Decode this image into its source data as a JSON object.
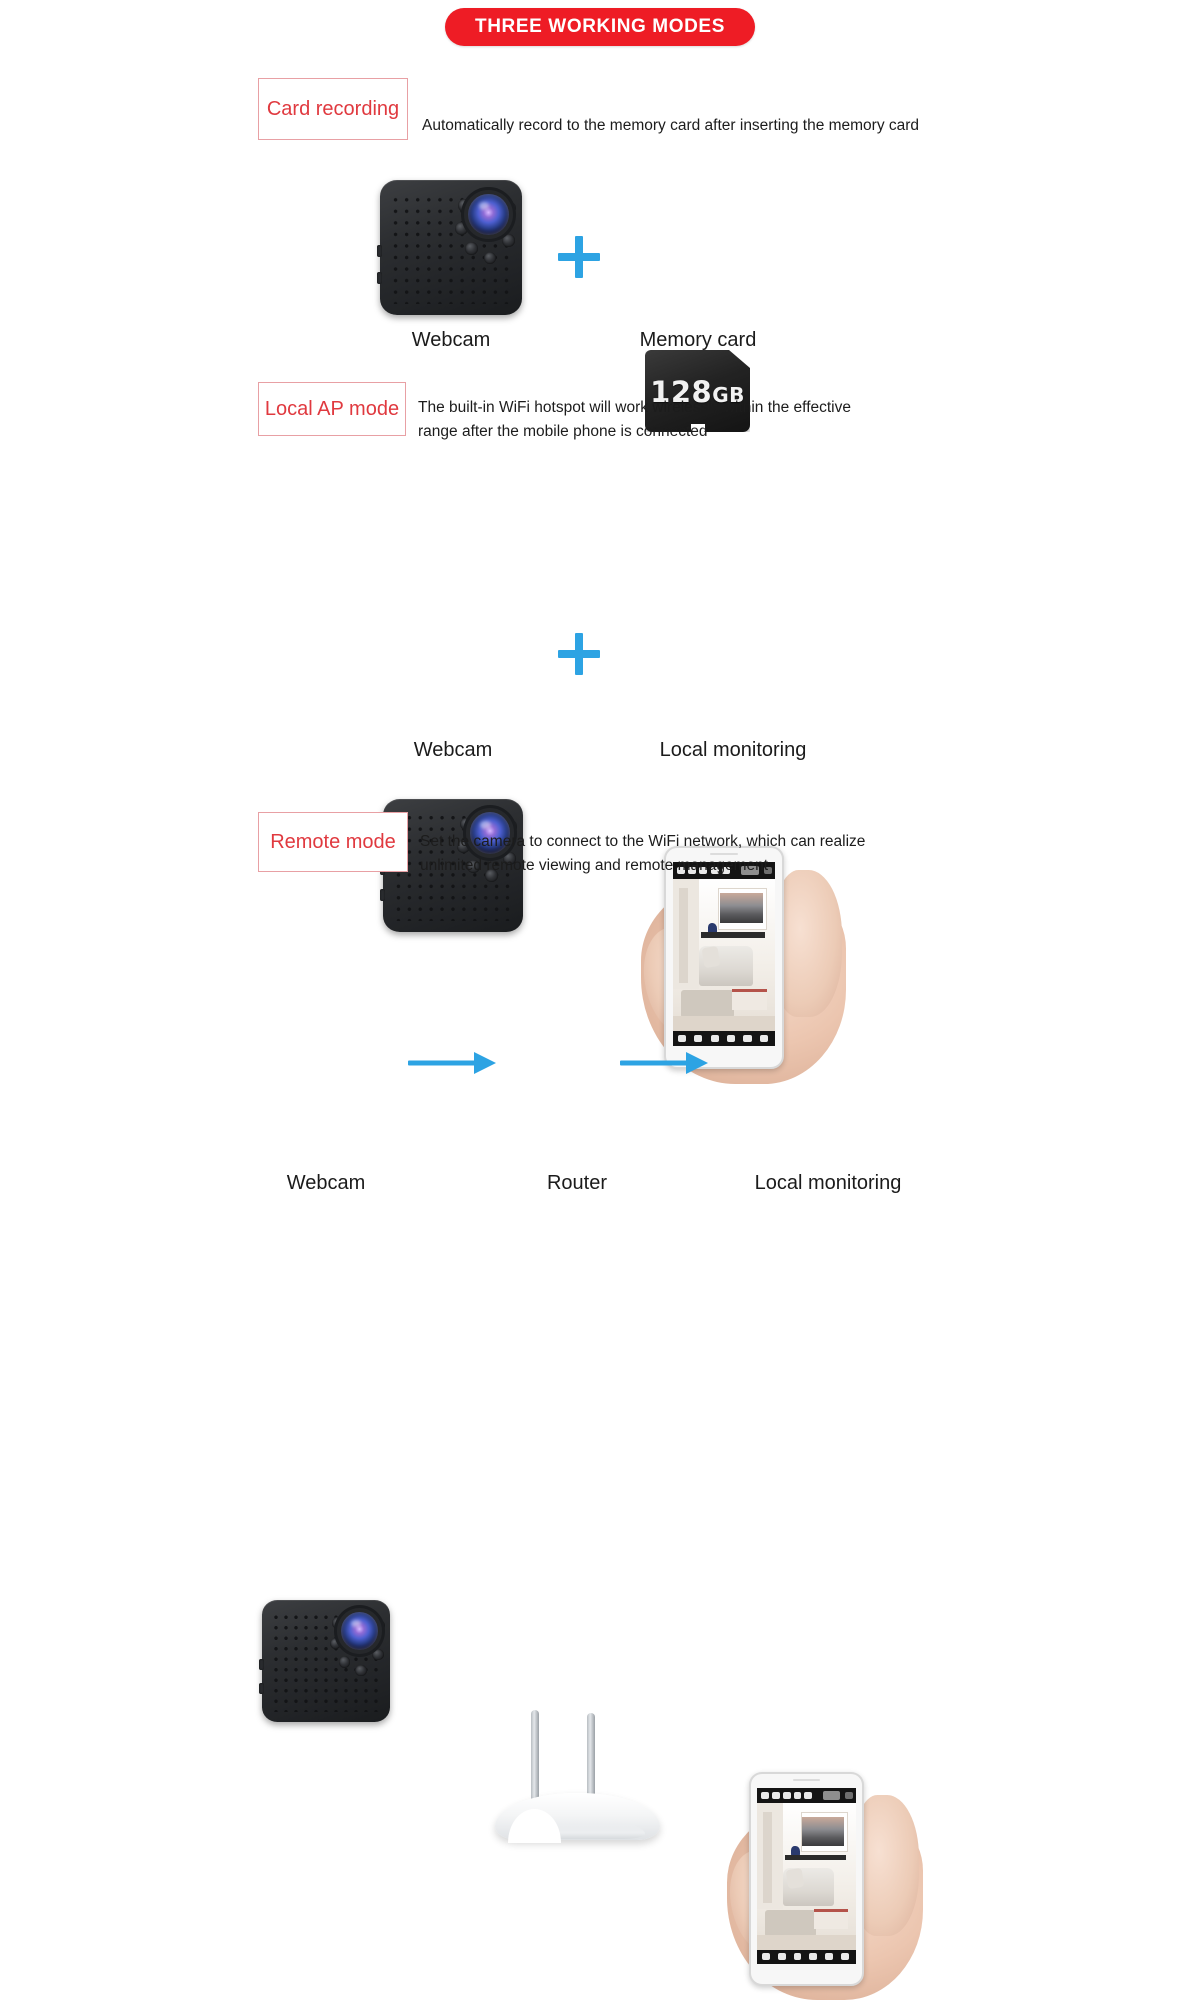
{
  "banner": {
    "title": "THREE WORKING MODES"
  },
  "modes": [
    {
      "tag": "Card recording",
      "desc": "Automatically record to the memory card after inserting the memory card"
    },
    {
      "tag": "Local AP mode",
      "desc_line1": "The built-in WiFi hotspot will work wirelessly within the effective",
      "desc_line2": "range after the mobile phone is connected"
    },
    {
      "tag": "Remote mode",
      "desc_line1": "Set the camera to connect to the WiFi network, which can realize",
      "desc_line2": "unlimited remote viewing and remote management"
    }
  ],
  "section1": {
    "camera_caption": "Webcam",
    "plus_symbol": "+",
    "memory_card_caption": "Memory card",
    "memory_card_capacity": "128",
    "memory_card_unit": "GB"
  },
  "section2": {
    "camera_caption": "Webcam",
    "plus_symbol": "+",
    "phone_caption": "Local monitoring"
  },
  "section3": {
    "camera_caption": "Webcam",
    "router_caption": "Router",
    "phone_caption": "Local monitoring"
  },
  "colors": {
    "brand_red": "#ee1c25",
    "tag_border": "#e8a0a4",
    "tag_text": "#e0393f",
    "accent_blue": "#2da3e3",
    "body_text": "#1b1b1b",
    "background": "#ffffff"
  },
  "icons": {
    "camera": "mini-camera-icon",
    "memory_card": "microsd-card-icon",
    "plus": "plus-icon",
    "phone": "phone-in-hand-icon",
    "router": "wifi-router-icon",
    "arrow": "arrow-right-icon"
  }
}
